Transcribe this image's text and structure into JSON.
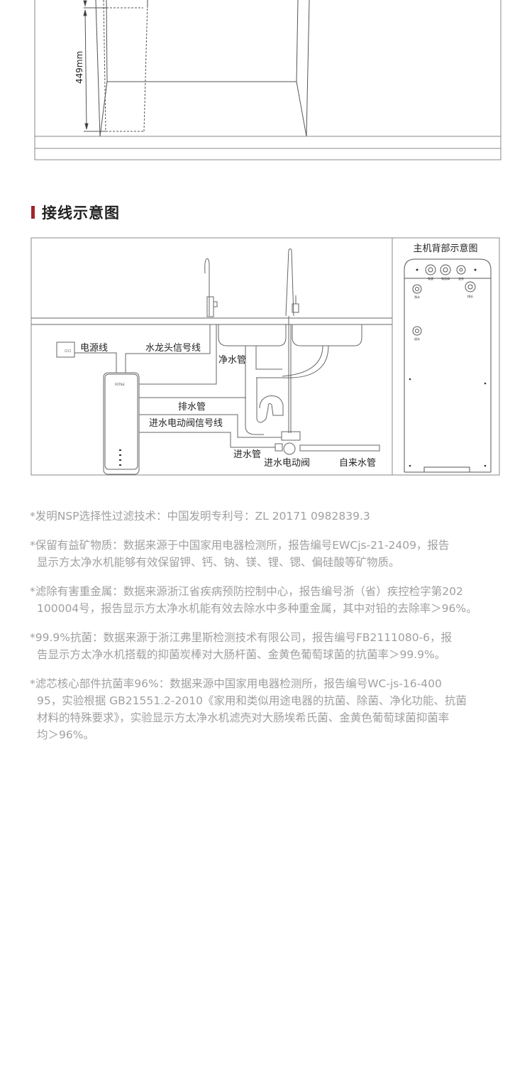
{
  "dimension": {
    "height_label": "449mm"
  },
  "section": {
    "title": "接线示意图"
  },
  "wiring": {
    "labels": {
      "power_cord": "电源线",
      "faucet_signal": "水龙头信号线",
      "pure_pipe": "净水管",
      "drain_pipe": "排水管",
      "inlet_valve_signal": "进水电动阀信号线",
      "inlet_pipe": "进水管",
      "inlet_valve": "进水电动阀",
      "tap_pipe": "自来水管"
    },
    "brand": "FOTILE"
  },
  "back_panel": {
    "title": "主机背部示意图",
    "ports": [
      "电源",
      "电动阀",
      "龙头",
      "净水",
      "排水",
      "进水"
    ]
  },
  "accent_color": "#a3252b",
  "notes": [
    [
      "*发明NSP选择性过滤技术：中国发明专利号：ZL 20171 0982839.3"
    ],
    [
      "*保留有益矿物质：数据来源于中国家用电器检测所，报告编号EWCjs-21-2409，报告",
      "显示方太净水机能够有效保留钾、钙、钠、镁、锂、锶、偏硅酸等矿物质。"
    ],
    [
      "*滤除有害重金属：数据来源浙江省疾病预防控制中心，报告编号浙（省）疾控检字第202",
      "100004号，报告显示方太净水机能有效去除水中多种重金属，其中对铅的去除率＞96%。"
    ],
    [
      "*99.9%抗菌：数据来源于浙江弗里斯检测技术有限公司，报告编号FB2111080-6，报",
      "告显示方太净水机搭载的抑菌炭棒对大肠杆菌、金黄色葡萄球菌的抗菌率＞99.9%。"
    ],
    [
      "*滤芯核心部件抗菌率96%：数据来源中国家用电器检测所，报告编号WC-js-16-400",
      "95，实验根据 GB21551.2-2010《家用和类似用途电器的抗菌、除菌、净化功能、抗菌",
      "材料的特殊要求》，实验显示方太净水机滤壳对大肠埃希氏菌、金黄色葡萄球菌抑菌率",
      "均＞96%。"
    ]
  ]
}
